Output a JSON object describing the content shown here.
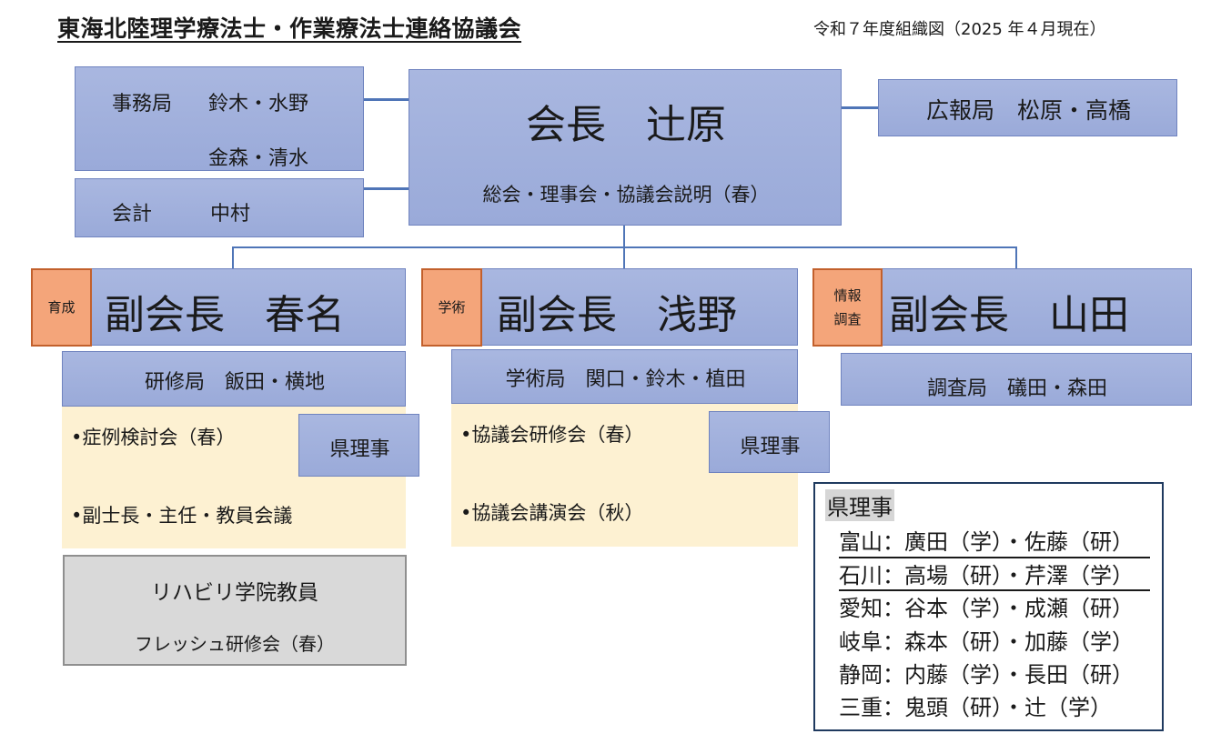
{
  "header": {
    "title": "東海北陸理学療法士・作業療法士連絡協議会",
    "subtitle": "令和７年度組織図（2025 年４月現在）"
  },
  "secretariat": {
    "label": "事務局",
    "names_line1": "鈴木・水野",
    "names_line2": "金森・清水"
  },
  "accounting": {
    "label": "会計",
    "name": "中村"
  },
  "president": {
    "title": "会長　辻原",
    "duties": "総会・理事会・協議会説明（春）"
  },
  "pr": {
    "text": "広報局　松原・高橋"
  },
  "vp_training": {
    "tag": "育成",
    "title": "副会長　春名",
    "bureau": "研修局　飯田・横地",
    "items": [
      "•症例検討会（春）",
      "•副士長・主任・教員会議"
    ],
    "council_label": "県理事"
  },
  "vp_academic": {
    "tag": "学術",
    "title": "副会長　浅野",
    "bureau": "学術局　関口・鈴木・植田",
    "items": [
      "•協議会研修会（春）",
      "•協議会講演会（秋）"
    ],
    "council_label": "県理事"
  },
  "vp_research": {
    "tag_line1": "情報",
    "tag_line2": "調査",
    "title": "副会長　山田",
    "bureau": "調査局　礒田・森田"
  },
  "rehab_school": {
    "title": "リハビリ学院教員",
    "event": "フレッシュ研修会（春）"
  },
  "prefectural_directors": {
    "heading": "県理事",
    "rows": [
      "富山：廣田（学）・佐藤（研）",
      "石川：高場（研）・芹澤（学）",
      "愛知：谷本（学）・成瀬（研）",
      "岐阜：森本（研）・加藤（学）",
      "静岡：内藤（学）・長田（研）",
      "三重：鬼頭（研）・辻（学）"
    ]
  }
}
